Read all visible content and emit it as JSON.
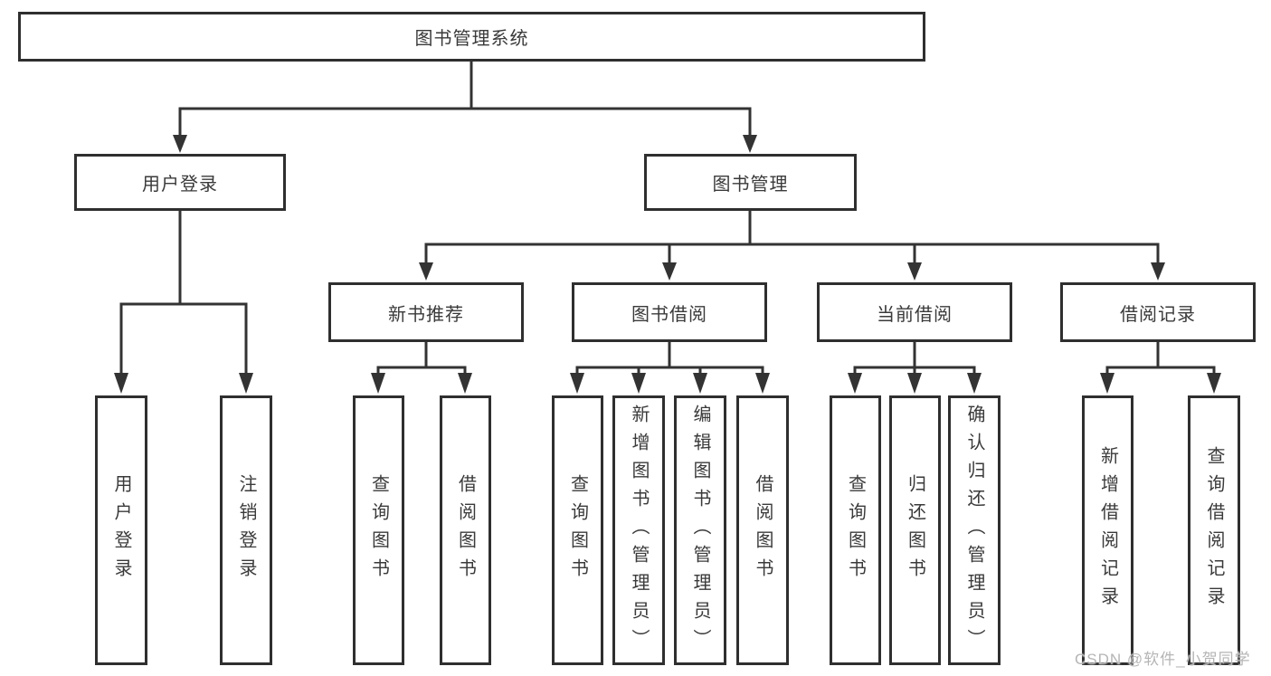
{
  "diagram": {
    "title": "图书管理系统",
    "level2": {
      "user_login": "用户登录",
      "book_mgmt": "图书管理"
    },
    "level3": {
      "new_books": "新书推荐",
      "book_borrow": "图书借阅",
      "current_borrow": "当前借阅",
      "borrow_records": "借阅记录"
    },
    "leaves": {
      "login": "用户登录",
      "logout": "注销登录",
      "nb_query": "查询图书",
      "nb_borrow": "借阅图书",
      "bb_query": "查询图书",
      "bb_add": "新增图书（管理员）",
      "bb_edit": "编辑图书（管理员）",
      "bb_borrow": "借阅图书",
      "cb_query": "查询图书",
      "cb_return": "归还图书",
      "cb_confirm": "确认归还（管理员）",
      "br_add": "新增借阅记录",
      "br_query": "查询借阅记录"
    },
    "watermark": "CSDN @软件_小贺同学",
    "colors": {
      "line": "#333333",
      "border": "#2f2f2f",
      "text": "#3a3a3a",
      "watermark": "#b5b5b5"
    }
  }
}
